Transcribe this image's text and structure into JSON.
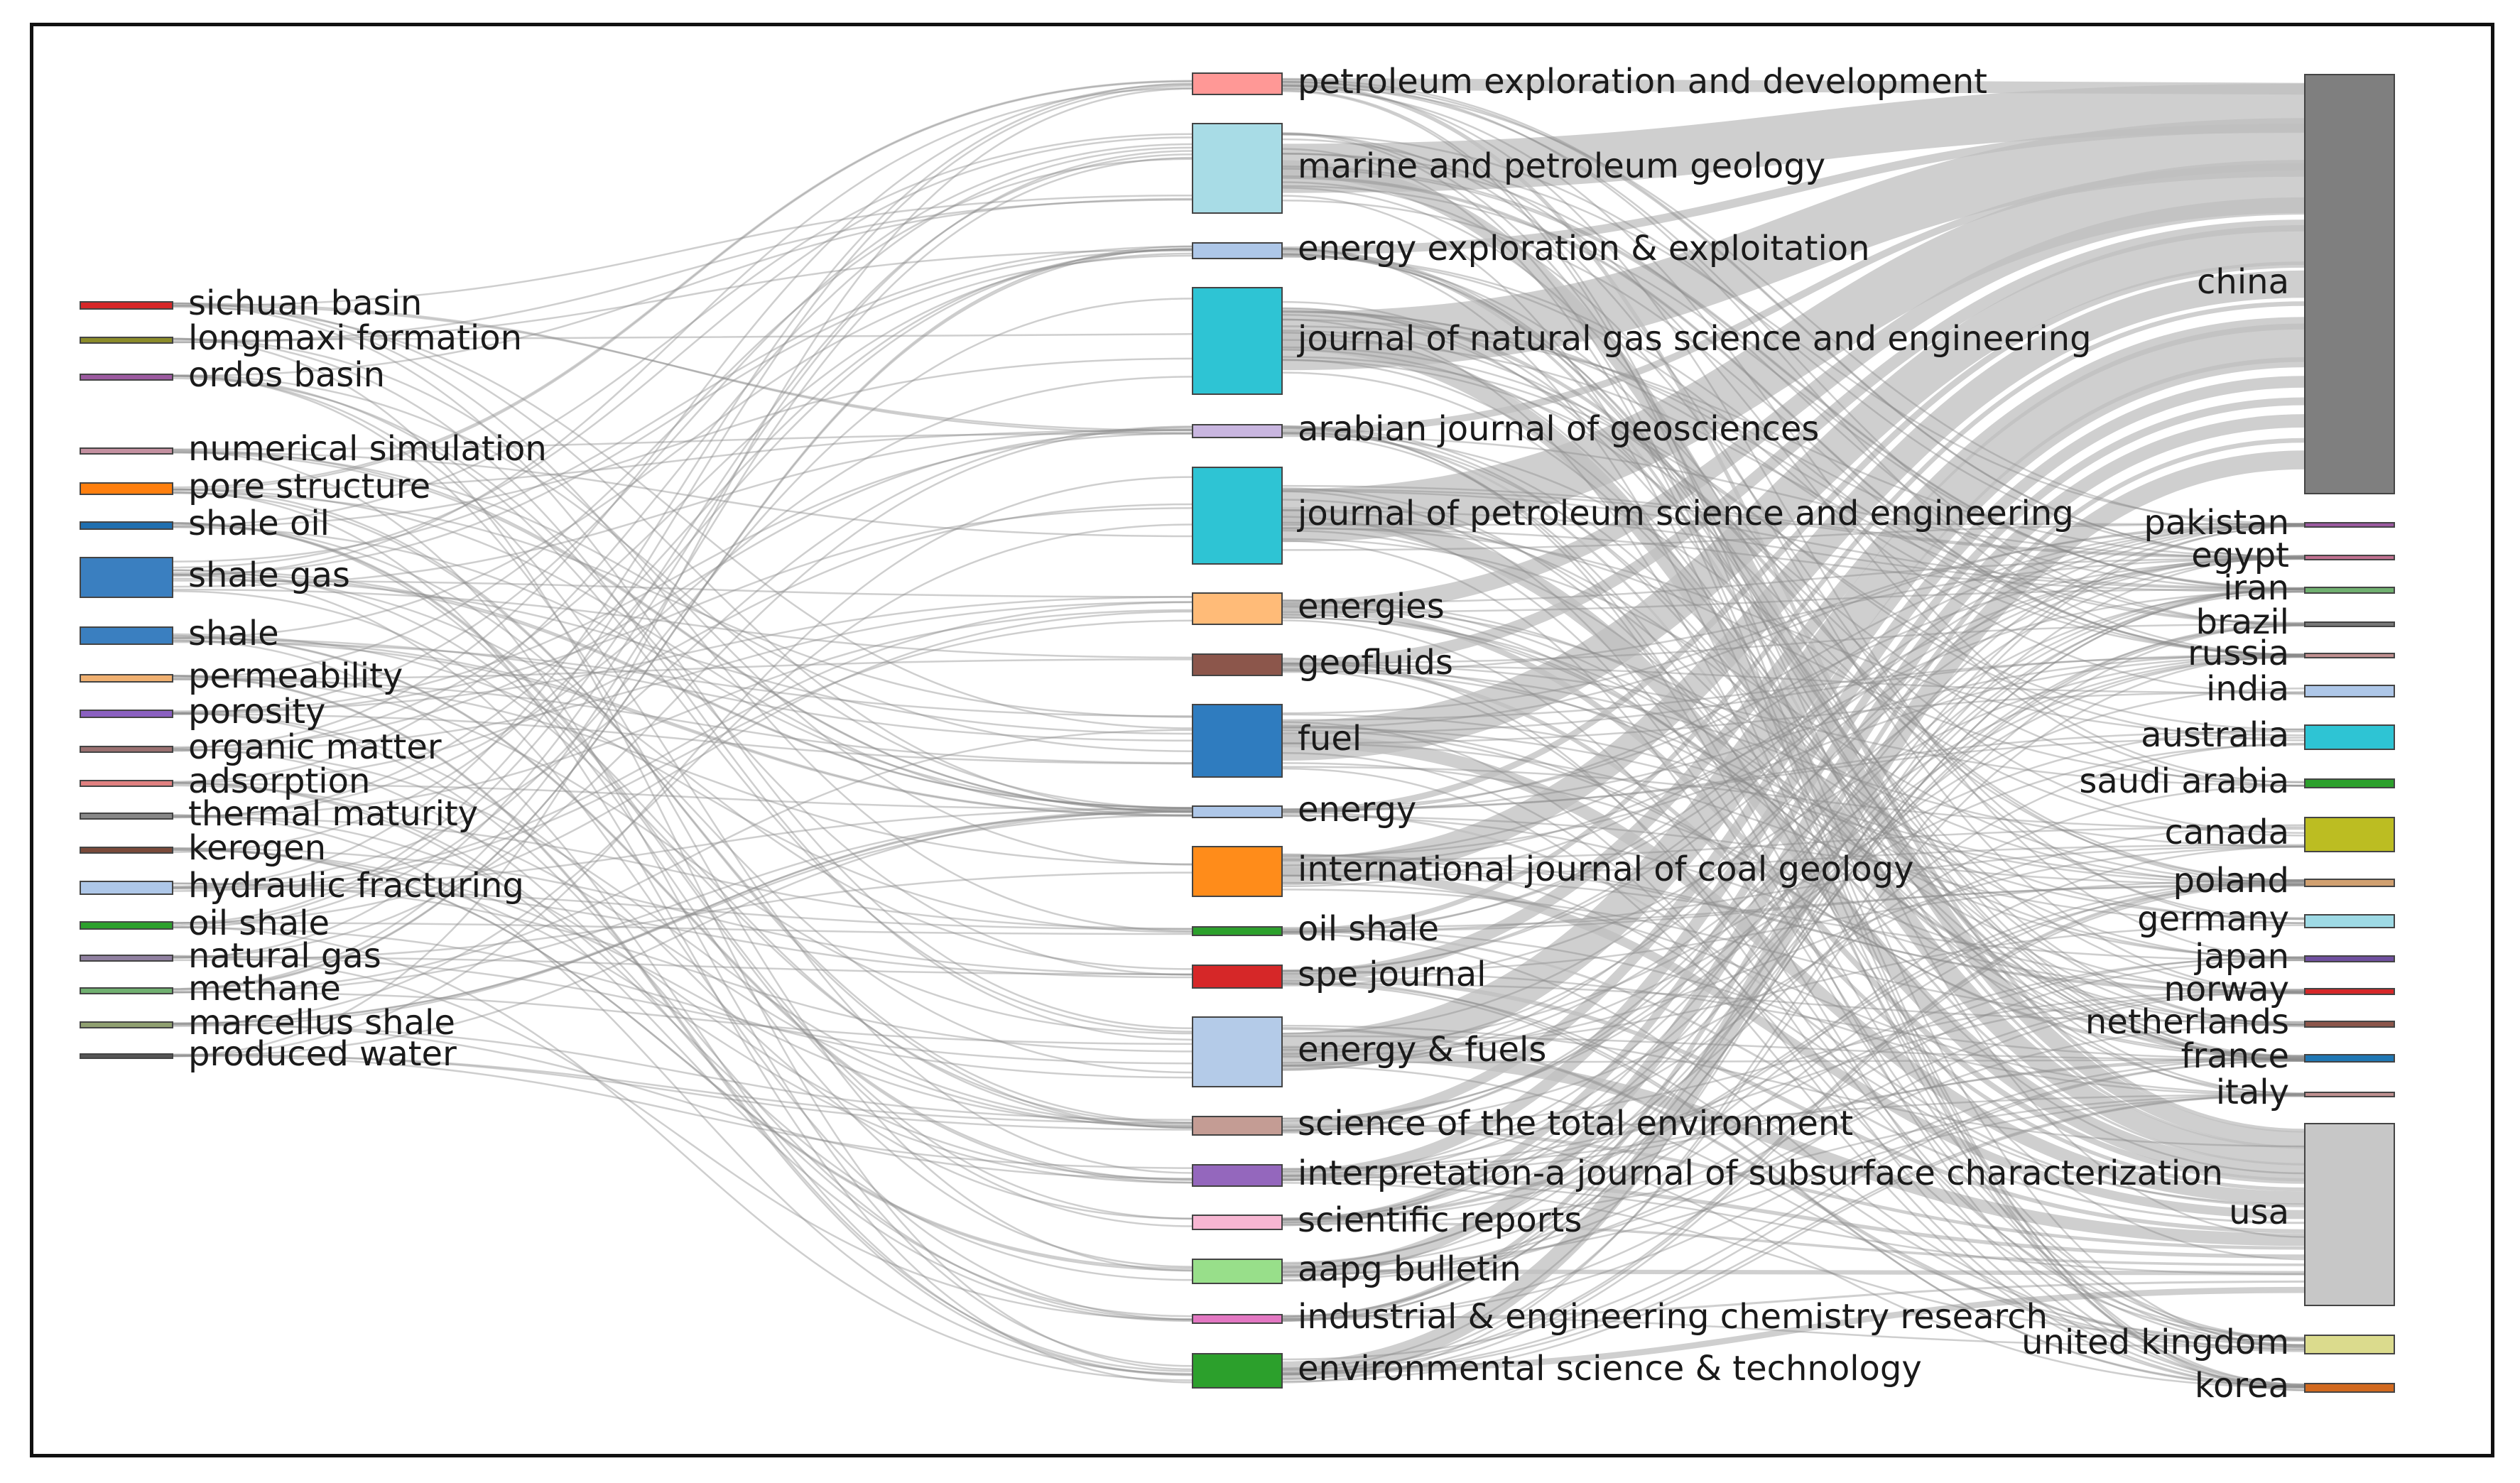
{
  "keywords": [
    {
      "label": "sichuan basin",
      "color": "#d62728"
    },
    {
      "label": "longmaxi formation",
      "color": "#8c8c2a"
    },
    {
      "label": "ordos basin",
      "color": "#9c5aa0"
    },
    {
      "label": "numerical simulation",
      "color": "#c490a0"
    },
    {
      "label": "pore structure",
      "color": "#ff7f0e"
    },
    {
      "label": "shale oil",
      "color": "#1f6fb0"
    },
    {
      "label": "shale gas",
      "color": "#3a7fc0"
    },
    {
      "label": "shale",
      "color": "#3a7fc0"
    },
    {
      "label": "permeability",
      "color": "#f0b070"
    },
    {
      "label": "porosity",
      "color": "#8a60c0"
    },
    {
      "label": "organic matter",
      "color": "#9a7070"
    },
    {
      "label": "adsorption",
      "color": "#e08080"
    },
    {
      "label": "thermal maturity",
      "color": "#888888"
    },
    {
      "label": "kerogen",
      "color": "#7a4a3a"
    },
    {
      "label": "hydraulic fracturing",
      "color": "#aec7e8"
    },
    {
      "label": "oil shale",
      "color": "#2ca02c"
    },
    {
      "label": "natural gas",
      "color": "#9080a0"
    },
    {
      "label": "methane",
      "color": "#70b070"
    },
    {
      "label": "marcellus shale",
      "color": "#90a070"
    },
    {
      "label": "produced water",
      "color": "#555555"
    }
  ],
  "journals": [
    {
      "label": "petroleum exploration and development",
      "color": "#ff9896"
    },
    {
      "label": "marine and petroleum geology",
      "color": "#a8dce6"
    },
    {
      "label": "energy exploration & exploitation",
      "color": "#aec7e8"
    },
    {
      "label": "journal of natural gas science and engineering",
      "color": "#2ec4d4"
    },
    {
      "label": "arabian journal of geosciences",
      "color": "#c9b6e0"
    },
    {
      "label": "journal of petroleum science and engineering",
      "color": "#2ec4d4"
    },
    {
      "label": "energies",
      "color": "#ffbb78"
    },
    {
      "label": "geofluids",
      "color": "#8c564b"
    },
    {
      "label": "fuel",
      "color": "#2f7cbf"
    },
    {
      "label": "energy",
      "color": "#aec7e8"
    },
    {
      "label": "international journal of coal geology",
      "color": "#ff8c1a"
    },
    {
      "label": "oil shale",
      "color": "#2ca02c"
    },
    {
      "label": "spe journal",
      "color": "#d62728"
    },
    {
      "label": "energy & fuels",
      "color": "#b4cbe8"
    },
    {
      "label": "science of the total environment",
      "color": "#c49c94"
    },
    {
      "label": "interpretation-a journal of subsurface characterization",
      "color": "#9467bd"
    },
    {
      "label": "scientific reports",
      "color": "#f7b6d2"
    },
    {
      "label": "aapg bulletin",
      "color": "#98df8a"
    },
    {
      "label": "industrial & engineering chemistry research",
      "color": "#e377c2"
    },
    {
      "label": "environmental science & technology",
      "color": "#2ca02c"
    }
  ],
  "countries": [
    {
      "label": "china",
      "color": "#7f7f7f"
    },
    {
      "label": "pakistan",
      "color": "#9c5aa0"
    },
    {
      "label": "egypt",
      "color": "#c07090"
    },
    {
      "label": "iran",
      "color": "#70b070"
    },
    {
      "label": "brazil",
      "color": "#777777"
    },
    {
      "label": "russia",
      "color": "#c09090"
    },
    {
      "label": "india",
      "color": "#aec7e8"
    },
    {
      "label": "australia",
      "color": "#2ec4d4"
    },
    {
      "label": "saudi arabia",
      "color": "#2ca02c"
    },
    {
      "label": "canada",
      "color": "#bcbd22"
    },
    {
      "label": "poland",
      "color": "#d0a070"
    },
    {
      "label": "germany",
      "color": "#9edae5"
    },
    {
      "label": "japan",
      "color": "#7050a0"
    },
    {
      "label": "norway",
      "color": "#d62728"
    },
    {
      "label": "netherlands",
      "color": "#8c564b"
    },
    {
      "label": "france",
      "color": "#1f77b4"
    },
    {
      "label": "italy",
      "color": "#c09090"
    },
    {
      "label": "usa",
      "color": "#c7c7c7"
    },
    {
      "label": "united kingdom",
      "color": "#dbdb8d"
    },
    {
      "label": "korea",
      "color": "#d2691e"
    }
  ]
}
